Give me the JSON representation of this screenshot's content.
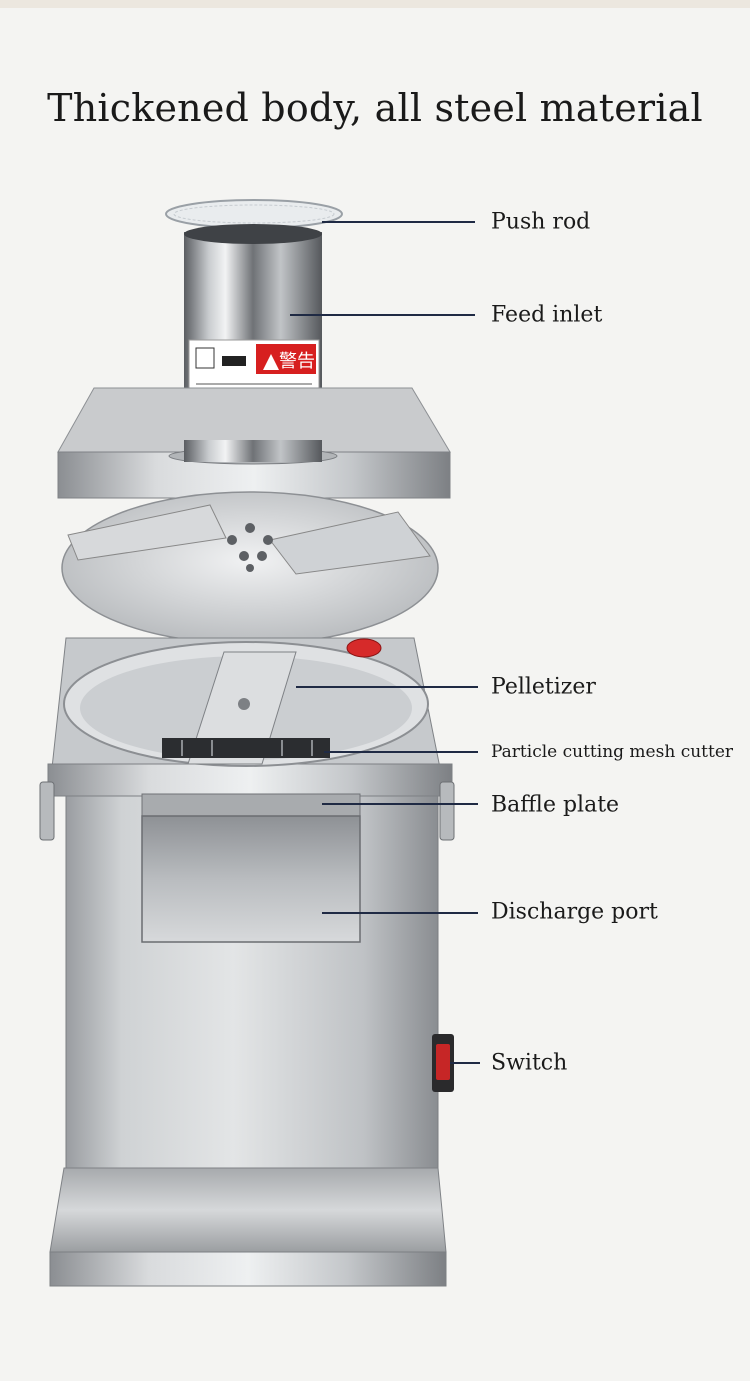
{
  "title": "Thickened body, all steel material",
  "callouts": {
    "push_rod": "Push rod",
    "feed_inlet": "Feed inlet",
    "pelletizer": "Pelletizer",
    "particle_cutter": "Particle cutting mesh cutter",
    "baffle_plate": "Baffle plate",
    "discharge_port": "Discharge port",
    "switch": "Switch"
  },
  "warning_label": {
    "heading": "警告"
  }
}
